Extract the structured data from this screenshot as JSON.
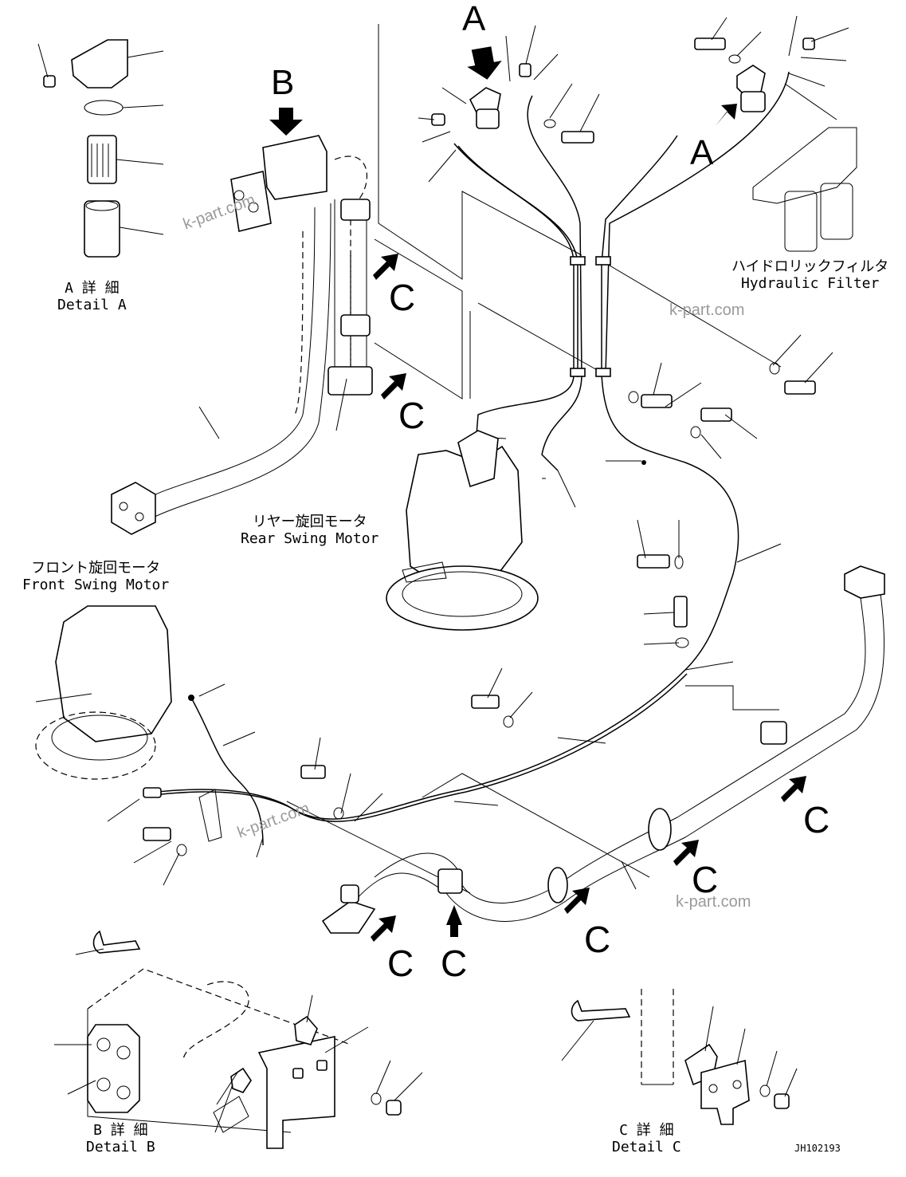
{
  "labels": {
    "detail_a_jp": "A 詳 細",
    "detail_a_en": "Detail A",
    "detail_b_jp": "B 詳 細",
    "detail_b_en": "Detail B",
    "detail_c_jp": "C 詳 細",
    "detail_c_en": "Detail C",
    "hydraulic_filter_jp": "ハイドロリックフィルタ",
    "hydraulic_filter_en": "Hydraulic Filter",
    "rear_motor_jp": "リヤー旋回モータ",
    "rear_motor_en": "Rear Swing Motor",
    "front_motor_jp": "フロント旋回モータ",
    "front_motor_en": "Front Swing Motor"
  },
  "view_letters": {
    "a": "A",
    "b": "B",
    "c": "C"
  },
  "watermark": "k-part.com",
  "drawing_code": "JH102193"
}
